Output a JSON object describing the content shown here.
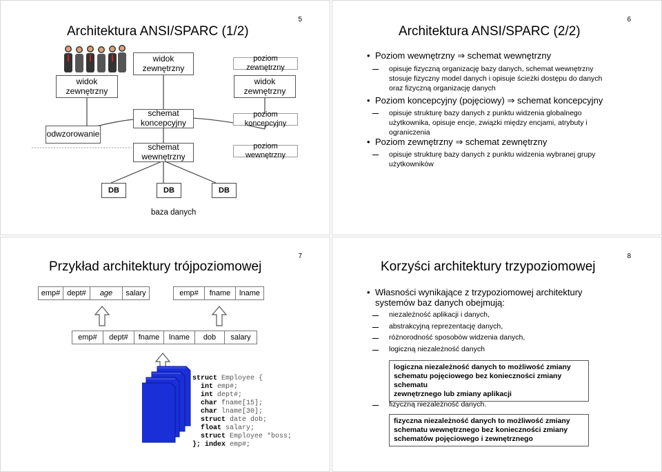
{
  "slide1": {
    "number": "5",
    "title": "Architektura ANSI/SPARC (1/2)",
    "left_view": "widok zewnętrzny",
    "mapping": "odwzorowanie",
    "col_view": "widok zewnętrzny",
    "col_conceptual": "schemat koncepcyjny",
    "col_internal": "schemat wewnętrzny",
    "right_view": "widok zewnętrzny",
    "level_external": "poziom zewnętrzny",
    "level_conceptual": "poziom koncepcyjny",
    "level_internal": "poziom wewnętrzny",
    "db_labels": [
      "DB",
      "DB",
      "DB"
    ],
    "database": "baza danych"
  },
  "slide2": {
    "number": "6",
    "title": "Architektura ANSI/SPARC (2/2)",
    "items": [
      {
        "main_a": "Poziom wewnętrzny",
        "main_b": "schemat wewnętrzny",
        "sub": [
          "opisuje fizyczną organizację bazy danych, schemat wewnętrzny",
          "stosuje fizyczny model danych i opisuje ścieżki dostępu do danych",
          "oraz fizyczną organizację danych"
        ]
      },
      {
        "main_a": "Poziom koncepcyjny (pojęciowy)",
        "main_b": "schemat koncepcyjny",
        "sub": [
          "opisuje strukturę bazy danych z punktu widzenia globalnego",
          "użytkownika, opisuje encje, związki między encjami, atrybuty i",
          "ograniczenia"
        ]
      },
      {
        "main_a": "Poziom zewnętrzny",
        "main_b": "schemat zewnętrzny",
        "sub": [
          "opisuje strukturę bazy danych z punktu widzenia wybranej grupy",
          "użytkowników"
        ]
      }
    ]
  },
  "slide3": {
    "number": "7",
    "title": "Przykład architektury trójpoziomowej",
    "view1": [
      "emp#",
      "dept#",
      "age",
      "salary"
    ],
    "view2": [
      "emp#",
      "fname",
      "lname"
    ],
    "conceptual": [
      "emp#",
      "dept#",
      "fname",
      "lname",
      "dob",
      "salary"
    ],
    "code": [
      [
        "struct",
        " Employee {"
      ],
      [
        "  int",
        " emp#;"
      ],
      [
        "  int",
        " dept#;"
      ],
      [
        "  char",
        " fname[15];"
      ],
      [
        "  char",
        " lname[30];"
      ],
      [
        "  struct",
        " date dob;"
      ],
      [
        "  float",
        " salary;"
      ],
      [
        "  struct",
        " Employee *boss;"
      ],
      [
        "}; index",
        " emp#;"
      ]
    ]
  },
  "slide4": {
    "number": "8",
    "title": "Korzyści architektury trzypoziomowej",
    "intro_line1": "Własności wynikające z trzypoziomowej architektury",
    "intro_line2": "systemów baz danych obejmują:",
    "list": [
      "niezależność aplikacji i danych,",
      "abstrakcyjną reprezentację danych,",
      "różnorodność sposobów widzenia danych,",
      "logiczną niezależność danych"
    ],
    "box1": [
      "logiczna niezależność danych to możliwość zmiany",
      "schematu pojęciowego bez konieczności zmiany schematu",
      "zewnętrznego lub zmiany aplikacji"
    ],
    "physical": "fizyczną niezależność danych.",
    "box2": [
      "fizyczna niezależność danych to możliwość zmiany",
      "schematu wewnętrznego bez konieczności zmiany",
      "schematów pojęciowego i zewnętrznego"
    ]
  }
}
